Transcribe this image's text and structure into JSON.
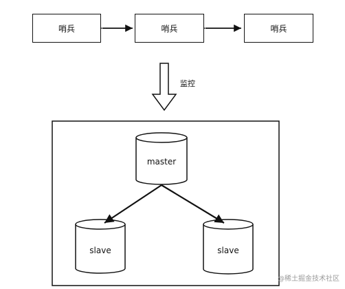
{
  "sentinels": [
    {
      "label": "哨兵"
    },
    {
      "label": "哨兵"
    },
    {
      "label": "哨兵"
    }
  ],
  "monitor_label": "监控",
  "master_label": "master",
  "slaves": [
    {
      "label": "slave"
    },
    {
      "label": "slave"
    }
  ],
  "watermark": "@稀土掘金技术社区"
}
